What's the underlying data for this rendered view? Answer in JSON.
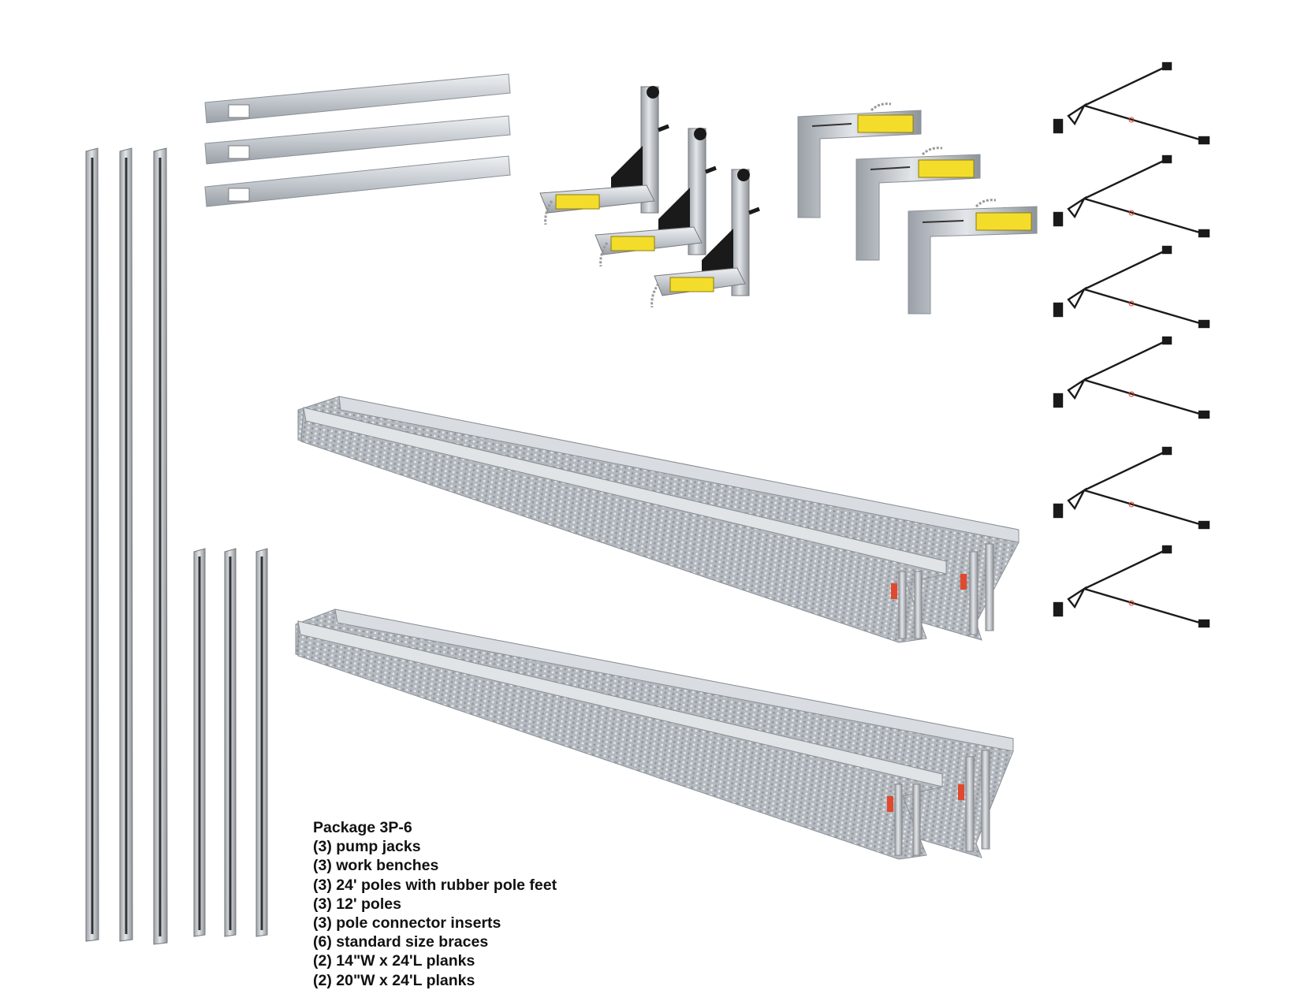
{
  "package": {
    "title": "Package 3P-6",
    "items": [
      "(3) pump jacks",
      "(3) work benches",
      "(3) 24' poles with rubber pole feet",
      "(3) 12' poles",
      "(3) pole connector inserts",
      "(6) standard size braces",
      "(2) 14\"W x 24'L planks",
      "(2) 20\"W x 24'L planks"
    ]
  },
  "colors": {
    "aluminum": "#c9cdd2",
    "aluminum_light": "#e6e8eb",
    "aluminum_dark": "#8e949b",
    "label_yellow": "#f3dd2a",
    "black": "#1a1a1a",
    "red_reflector": "#e0492f"
  },
  "icons": [
    "pump-jack-icon",
    "work-bench-icon",
    "pole-icon",
    "connector-insert-icon",
    "brace-icon",
    "plank-icon"
  ]
}
